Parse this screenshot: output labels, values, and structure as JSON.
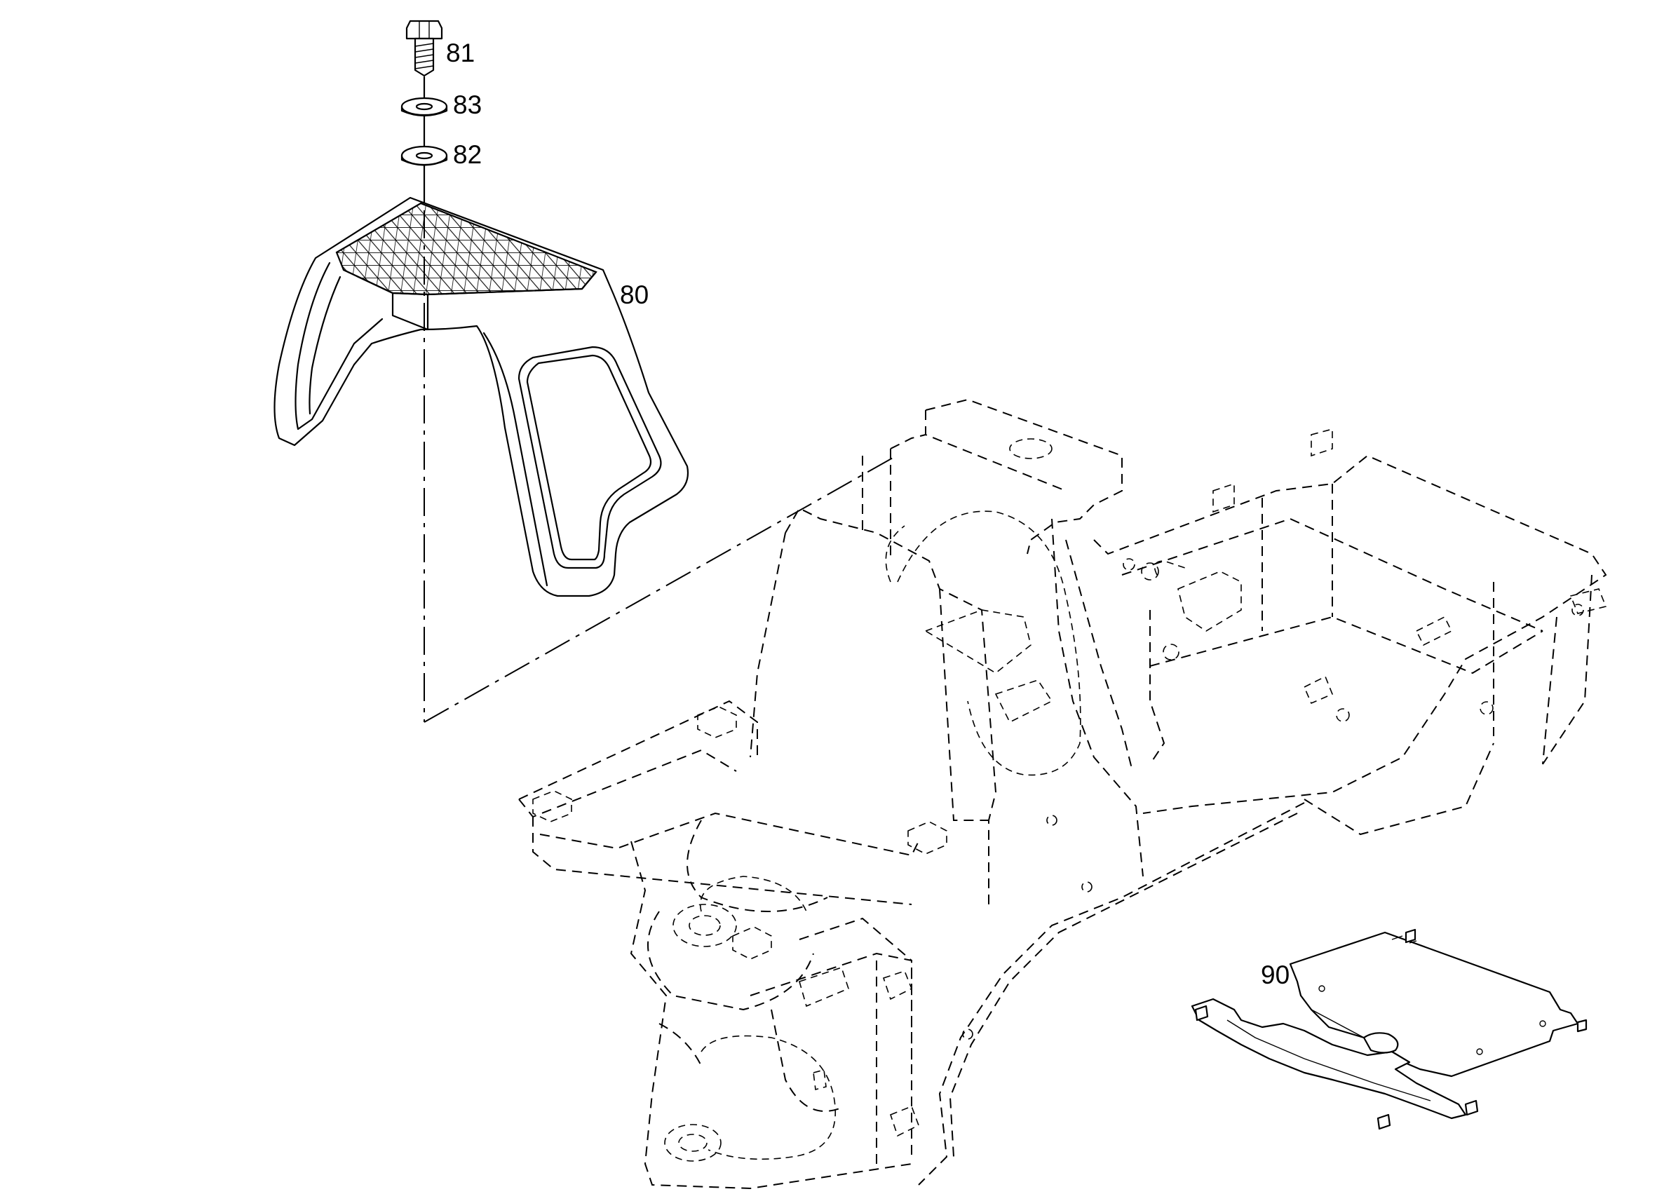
{
  "callouts": {
    "bolt": "81",
    "lock_washer": "83",
    "flat_washer": "82",
    "step_guard": "80",
    "floor_plate": "90"
  },
  "colors": {
    "line": "#000000",
    "background": "#ffffff"
  }
}
